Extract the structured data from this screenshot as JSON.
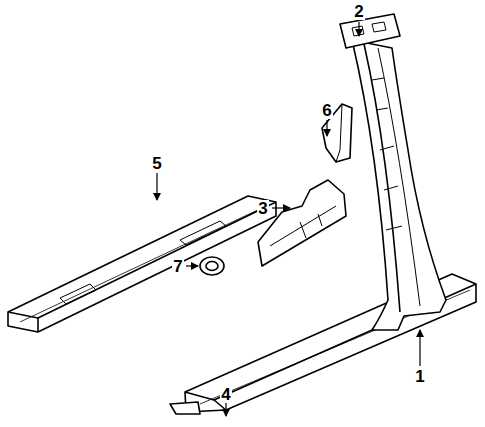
{
  "diagram": {
    "labels": [
      "2",
      "6",
      "5",
      "3",
      "7",
      "1",
      "4"
    ]
  }
}
